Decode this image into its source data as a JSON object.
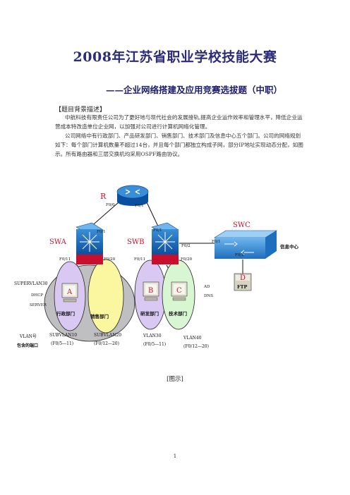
{
  "title": "2008年江苏省职业学校技能大赛",
  "subtitle": "——企业网络搭建及应用竞赛选拔题（中职）",
  "section_head": "【题目背景描述】",
  "para1": "中航科技有限责任公司为了更好地与现代社会的发展接轨,提高企业运作效率和管理水平，降低企业运营成本特改造单位企业网，以加强对公司进行计算机网络化管理。",
  "para2": "公司网络中有行政部门、产品研发部门、销售部门、技术部门及信息中心五个部门。公司的网络规划如下：每个部门计算机数量不超过14台，并且每个部门都独立构成子网，部分IP地址实现动态分配，如图示。所有路由器和三层交换机均采用OSPF路由协议。",
  "diagram": {
    "router": "R",
    "r_f00": "F0/0",
    "r_f01": "F0/1",
    "swa": "SWA",
    "swb": "SWB",
    "swc": "SWC",
    "swa_f01": "F0/1",
    "swb_f01": "F0/1",
    "swb_f02": "F0/2",
    "swc_f01": "F0/1",
    "swc_f02": "F0/2",
    "swa_f011": "F0/11",
    "swa_f020": "F0/20",
    "swb_f011": "F0/11",
    "swb_f020": "F0/20",
    "info_center": "信息中心",
    "host_a": "A",
    "host_b": "B",
    "host_c": "C",
    "host_d": "D",
    "ftp": "FTP",
    "supervlan": "SUPERVLAN30",
    "dhcp": "DHCP",
    "server": "SERVER",
    "ad": "AD",
    "dns": "DNS",
    "dept_admin": "行政部门",
    "dept_sales": "销售部门",
    "dept_rd": "研发部门",
    "dept_tech": "技术部门",
    "vlan_label1": "VLAN号",
    "vlan_label2": "包含的端口",
    "subvlan10": "SUBVLAN10",
    "subvlan10_ports": "(F0/5—11)",
    "subvlan20": "SUBVLAN20",
    "subvlan20_ports": "(F0/12—20)",
    "vlan30": "VLAN30",
    "vlan30_ports": "(F0/5—11)",
    "vlan40": "VLAN40",
    "vlan40_ports": "(F0/12—20)"
  },
  "caption": "[图示]",
  "page_number": "1"
}
